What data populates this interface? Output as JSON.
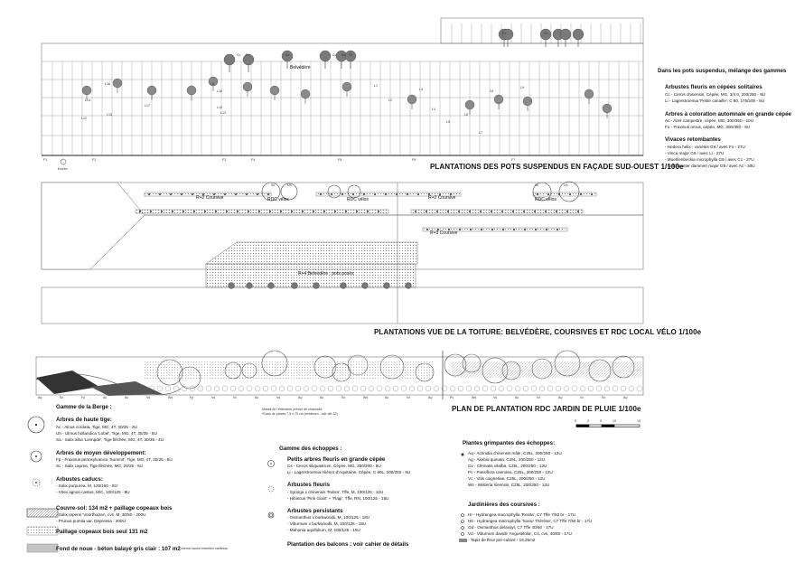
{
  "facade": {
    "title": "PLANTATIONS DES POTS SUSPENDUS EN FAÇADE SUD-OUEST 1/100e",
    "belvedere": "Belvédère",
    "pot_tags": [
      "Cc",
      "Fo",
      "Ac",
      "Cc",
      "Ac",
      "Fo",
      "Fo",
      "Cc"
    ],
    "balcony_tags": [
      "L16",
      "L11",
      "L17",
      "L10",
      "L13",
      "L15",
      "L14",
      "L18",
      "L12",
      "L1",
      "L2",
      "L3",
      "L4",
      "L5",
      "L6",
      "L7",
      "L8",
      "L9"
    ],
    "axis_labels": [
      "F1",
      "F2",
      "F3",
      "F4",
      "F5",
      "F6",
      "F7"
    ],
    "entry": "Entrée"
  },
  "legend_pots": {
    "title": "Dans les pots suspendus, mélange des gammes",
    "g1_title": "Arbustes fleuris en cépées solitaires",
    "g1_items": [
      "Cc - Cercis chinensis, Cépée, MG, 3/4 tr, 200/250 - 9U",
      "Li - Lagerstroemia 'Petite canaille', C 80, 175/200 - 9U"
    ],
    "g2_title": "Arbres à coloration automnale en grande cépée",
    "g2_items": [
      "Ac - Acer campestre, cépée, MG, 300/350 - 10U",
      "Fo - Fraxinus ornus, cépée, MG, 300/350 - 9U"
    ],
    "g3_title": "Vivaces retombantes",
    "g3_items": [
      "- Hedera helix - variétés G9 / avec Fo - 27U",
      "- Vinca major G9 / avec Li - 27U",
      "- Muehlenbeckia microphylla G9 / avec Cc - 27U",
      "- Cotoneaster dammeri major G9 / avec Ac - 30U"
    ]
  },
  "roof": {
    "title": "PLANTATIONS VUE DE LA TOITURE: BELVÉDÈRE, COURSIVES ET RDC LOCAL VÉLO 1/100e",
    "labels": [
      "R+2 Coursive",
      "RDC vélos",
      "RDC vélos",
      "R+2 Coursive",
      "RDC vélos",
      "R+3 Coursive",
      "R+4 Belvédère : pots posés"
    ],
    "tags": [
      "Sc",
      "Uh",
      "Sc",
      "Uh"
    ]
  },
  "garden": {
    "title": "PLAN DE PLANTATION RDC JARDIN DE PLUIE 1/100e",
    "note1": "Massif de l'extension prévue de chaussée",
    "note2": "*Dans de places 7,5 x 75 cm (minimum - voir dét 32)",
    "tags": [
      "Aq",
      "Sc",
      "Fp",
      "Ac",
      "Ac",
      "Vs",
      "Ws",
      "Fp",
      "Vs",
      "Vc",
      "Ac",
      "Vs",
      "Aq",
      "Ac",
      "Sc",
      "Ws",
      "Ac",
      "Vc",
      "Aq",
      "Pc",
      "Ws",
      "Vs",
      "Ac",
      "Vc",
      "Aq",
      "Vc",
      "Sc",
      "Aq"
    ],
    "scale": [
      "0",
      "2",
      "5",
      "10",
      "15"
    ]
  },
  "legend_berge": {
    "title": "Gamme de la Berge :",
    "trees_title": "Arbres de haute tige:",
    "trees_items": [
      "Ac - Alnus cordata, Tige, MG, 4T, 30/35 - 3U",
      "Uh - Ulmus hollandica 'Lobel', Tige, MG, 4T, 30/35 - 5U",
      "Sa - Salix alba 'Liempde', Tige fléchée, MG, 4T, 30/35 - 4U"
    ],
    "mid_title": "Arbres de moyen développement:",
    "mid_items": [
      "Fp - Fraxinus pennsylvanica 'Summit', Tige, MG, 4T, 20/25 - 5U",
      "Sc - Salix caprea, Tige fléchée, MG, 20/25 - 6U"
    ],
    "cad_title": "Arbustes caducs:",
    "cad_items": [
      "- Salix purpurea, M, 125/150 - 8U",
      "- Vitex agnus-castus, M/C, 100/125 - 8U"
    ],
    "cover_title": "Couvre-sol: 134 m2 + paillage copeaux bois",
    "cover_items": [
      "- Salix repens 'Voorthuizen, cvs, M, 30/50 - 200U",
      "- Prunus pumila var. Depressa - 200U"
    ],
    "paillage": "Paillage copeaux bois seul 131 m2",
    "noue": "Fond de noue - béton balayé gris clair : 107 m2",
    "noue_small": "chemin accès entretien caniveau"
  },
  "legend_echoppes": {
    "title": "Gamme des échoppes :",
    "p1_title": "Petits arbres fleuris en grande cépée",
    "p1_items": [
      "Cs - Cercis siliquastrum, Cépée, MG, 250/300 - 9U",
      "Li - Lagerstroemia Aliénor d'Aquitaine, Cépée, C 80L, 200/250 - 8U"
    ],
    "p2_title": "Arbustes fleuris",
    "p2_items": [
      "- Syringa x chinensis 'Rubra', Tffe, M, 100/125 - 12U",
      "- Hibiscus 'Pink Giant' + 'Flagi', Tffe, RN, 100/125 - 15U"
    ],
    "p3_title": "Arbustes persistants",
    "p3_items": [
      "- Osmanthus x burkwoodii, M, 100/125 - 16U",
      "- Viburnum x burkwoodii, M, 100/125 - 15U",
      "- Mahonia aquifolium, M, 100/125 - 15U"
    ],
    "balcon": "Plantation des balcons : voir cahier de détails"
  },
  "legend_grimpantes": {
    "title": "Plantes grimpantes des échoppes:",
    "items": [
      "Aq - Actinidia chinensis mâle, C25L, 200/250 - 12U",
      "Ag - Akebia quinata, C25L, 200/250 - 12U",
      "Cv - Clematis vitalba, C25L, 200/250 - 12U",
      "Pc - Passiflora caerulea, C25L, 200/250 - 12U",
      "Vc - Vitis coignetiae, C25L, 200/250 - 12U",
      "Ws - Wisteria sinensis, C25L, 200/250 - 12U"
    ],
    "jard_title": "Jardinières des coursives :",
    "jard_items": [
      "Hr - Hydrangea macrophylla 'Rosita', C7 Tffe 7/50 br - 17U",
      "Hb - Hydrangea macrophylla 'Soeur Thérèse', C7 Tffe 7/50 br - 17U",
      "Od - Osmanthus delavayi, C7 Tffe 40/60 - 17U",
      "Vd - Viburnum davidii 'Angustifolia', C4, cvs, 40/50 - 17U",
      "- Tapis de fleur pré-cultivé - 19,25m2"
    ]
  }
}
